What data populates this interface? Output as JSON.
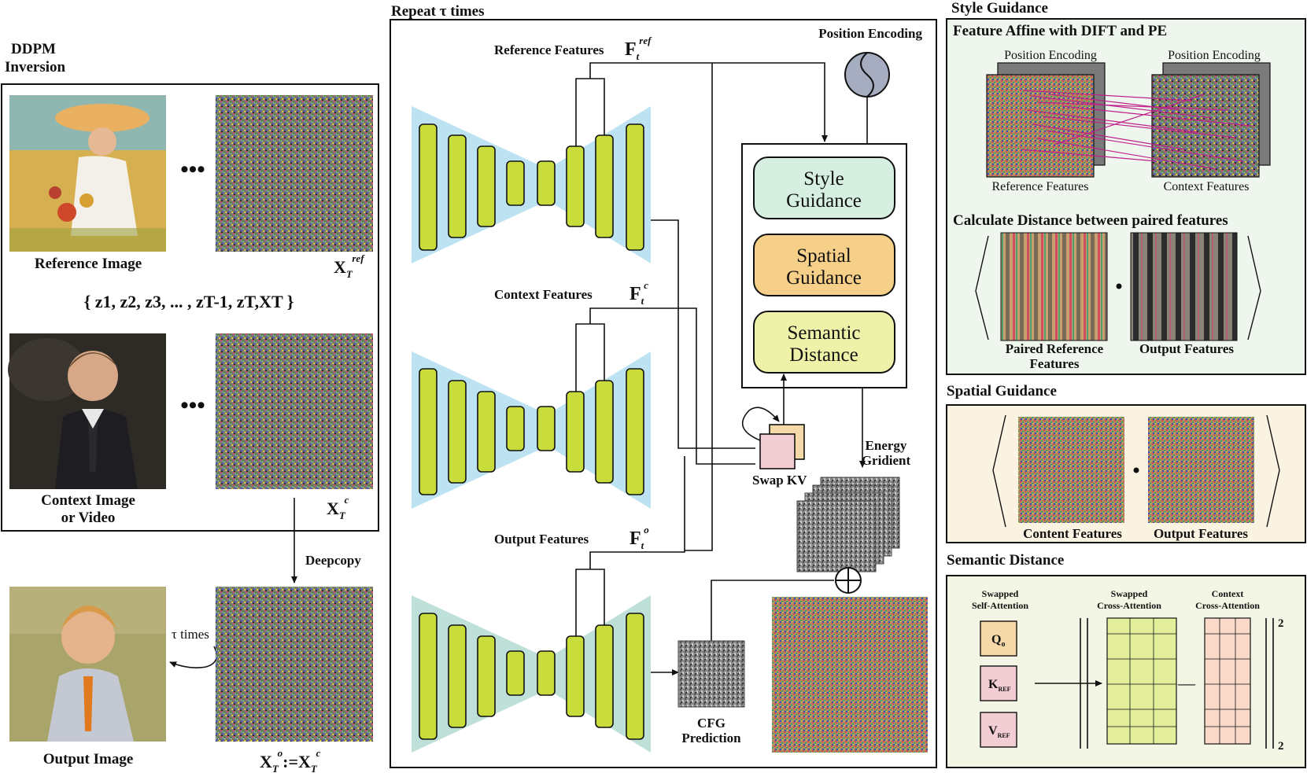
{
  "ddpm": {
    "title_line1": "DDPM",
    "title_line2": "Inversion",
    "reference_image": "Reference Image",
    "context_image_line1": "Context Image",
    "context_image_line2": "or Video",
    "output_image": "Output Image",
    "ellipsis": "•••",
    "x_t_ref_base": "X",
    "x_t_ref_sub": "T",
    "x_t_ref_sup": "ref",
    "x_t_c_sup": "c",
    "x_t_o_sup": "o",
    "assign": ":=X",
    "sequence": "{ z1, z2, z3, ... , zT-1, zT,XT }",
    "deepcopy": "Deepcopy",
    "tau_times": "τ times"
  },
  "middle": {
    "title": "Repeat τ times",
    "reference_features": "Reference Features",
    "context_features": "Context Features",
    "output_features": "Output Features",
    "f_base": "F",
    "f_sub": "t",
    "f_ref_sup": "ref",
    "f_c_sup": "c",
    "f_o_sup": "o",
    "position_encoding": "Position Encoding",
    "style_guidance_line1": "Style",
    "style_guidance_line2": "Guidance",
    "spatial_guidance_line1": "Spatial",
    "spatial_guidance_line2": "Guidance",
    "semantic_distance_line1": "Semantic",
    "semantic_distance_line2": "Distance",
    "swap_kv": "Swap KV",
    "energy_line1": "Energy",
    "energy_line2": "Gridient",
    "cfg_line1": "CFG",
    "cfg_line2": "Prediction"
  },
  "style_panel": {
    "title": "Style Guidance",
    "sub1": "Feature Affine with DIFT and PE",
    "pe_left": "Position Encoding",
    "pe_right": "Position Encoding",
    "ref_features": "Reference Features",
    "ctx_features": "Context Features",
    "sub2": "Calculate Distance between paired features",
    "paired_ref_line1": "Paired Reference",
    "paired_ref_line2": "Features",
    "output_features": "Output Features"
  },
  "spatial_panel": {
    "title": "Spatial Guidance",
    "content_features": "Content Features",
    "output_features": "Output Features"
  },
  "semantic_panel": {
    "title": "Semantic Distance",
    "swapped_self_line1": "Swapped",
    "swapped_self_line2": "Self-Attention",
    "swapped_cross_line1": "Swapped",
    "swapped_cross_line2": "Cross-Attention",
    "context_cross_line1": "Context",
    "context_cross_line2": "Cross-Attention",
    "q": "Q",
    "q_sub": "o",
    "k": "K",
    "k_sub": "REF",
    "v": "V",
    "v_sub": "REF",
    "minus": "—",
    "exp_top": "2",
    "exp_bottom": "2"
  },
  "colors": {
    "unet_bar": "#c8dc3c",
    "unet_bg": "#bde3f3",
    "unet_bg_output": "#bfe0d8",
    "style_box": "#d6efe1",
    "spatial_box": "#f6cf88",
    "semantic_box": "#eef2a8",
    "style_panel_bg": "#eef6ee",
    "spatial_panel_bg": "#fbf3e2",
    "semantic_panel_bg": "#f3f6e4"
  }
}
